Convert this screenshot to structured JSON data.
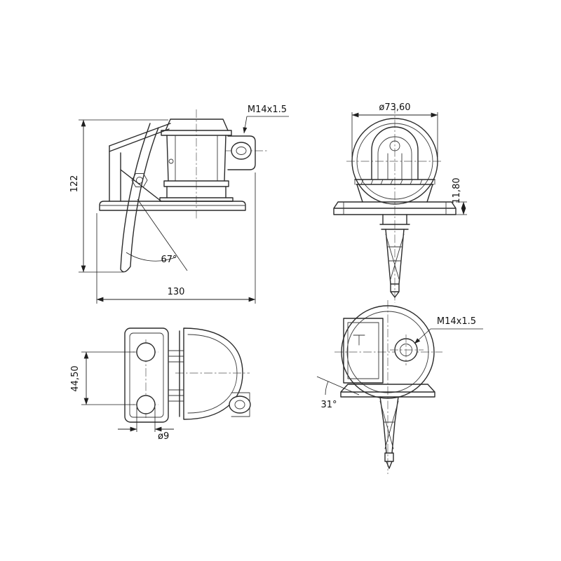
{
  "drawing": {
    "background": "#ffffff",
    "line_color": "#2b2b2b",
    "views": [
      {
        "name": "side-elevation",
        "labels": {
          "overall_height": "122",
          "overall_width": "130",
          "lever_angle": "67°",
          "thread_callout": "M14x1.5"
        }
      },
      {
        "name": "front-elevation",
        "labels": {
          "cap_diameter": "ø73,60",
          "flange_thickness": "11,80"
        }
      },
      {
        "name": "bracket-elevation",
        "labels": {
          "hole_spacing": "44,50",
          "hole_diameter": "ø9"
        }
      },
      {
        "name": "plan-view",
        "labels": {
          "thread_callout": "M14x1.5",
          "port_angle": "31°"
        }
      }
    ]
  }
}
